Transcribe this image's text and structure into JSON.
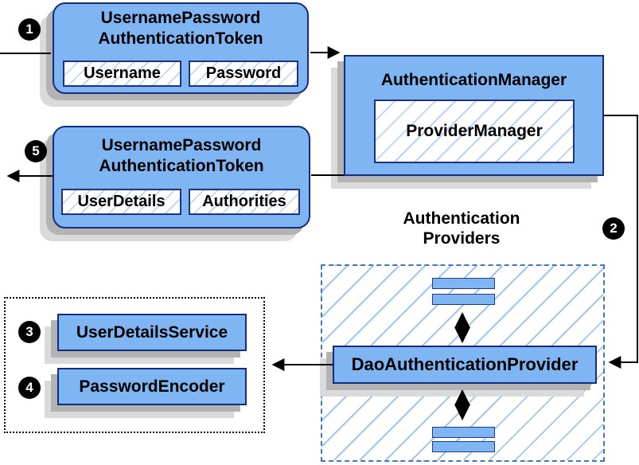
{
  "colors": {
    "node_fill": "#7eb5f2",
    "node_border": "#142d7b",
    "hatch_line": "#a3c6ee",
    "dashed_zone_border": "#4277bd",
    "dotted_zone_border": "#000000",
    "connector": "#000000",
    "shadow_inner": "#b3b3b3",
    "shadow_outer": "#dadada",
    "badge_bg": "#000000",
    "badge_text": "#ffffff"
  },
  "badges": {
    "step1": "1",
    "step2": "2",
    "step3": "3",
    "step4": "4",
    "step5": "5"
  },
  "nodes": {
    "request_token": {
      "title_line1": "UsernamePassword",
      "title_line2": "AuthenticationToken",
      "field_username": "Username",
      "field_password": "Password"
    },
    "authentication_manager": {
      "title": "AuthenticationManager",
      "provider_manager": "ProviderManager"
    },
    "response_token": {
      "title_line1": "UsernamePassword",
      "title_line2": "AuthenticationToken",
      "field_userdetails": "UserDetails",
      "field_authorities": "Authorities"
    },
    "authentication_providers": {
      "label_line1": "Authentication",
      "label_line2": "Providers",
      "dao_provider": "DaoAuthenticationProvider"
    },
    "services": {
      "user_details_service": "UserDetailsService",
      "password_encoder": "PasswordEncoder"
    }
  }
}
